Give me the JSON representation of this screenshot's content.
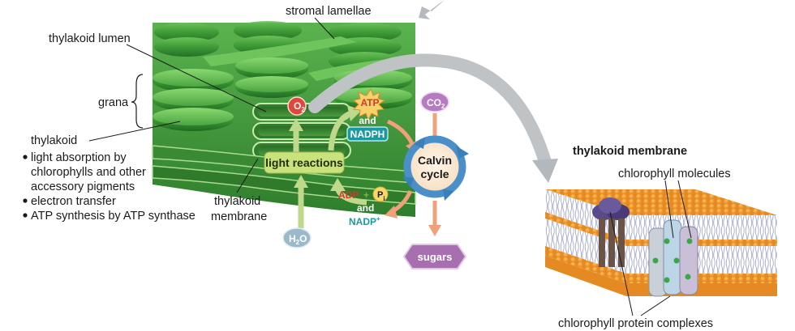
{
  "labels": {
    "stromal_lamellae": "stromal lamellae",
    "thylakoid_lumen": "thylakoid lumen",
    "grana": "grana",
    "thylakoid": "thylakoid",
    "bullets": [
      "light absorption by",
      "chlorophylls and other",
      "accessory pigments",
      "electron transfer",
      "ATP synthesis by ATP synthase"
    ],
    "thylakoid_membrane_line1": "thylakoid",
    "thylakoid_membrane_line2": "membrane",
    "light_reactions": "light reactions",
    "calvin_line1": "Calvin",
    "calvin_line2": "cycle",
    "atp": "ATP",
    "and1": "and",
    "nadph": "NADPH",
    "o2_main": "O",
    "o2_sub": "2",
    "co2_main": "CO",
    "co2_sub": "2",
    "h2o_h": "H",
    "h2o_sub": "2",
    "h2o_o": "O",
    "adp": "ADP",
    "plus": "+",
    "pi_main": "P",
    "pi_sub": "i",
    "and2": "and",
    "nadp": "NADP",
    "nadp_sup": "+",
    "sugars": "sugars",
    "inset_title": "thylakoid membrane",
    "chlorophyll_molecules": "chlorophyll molecules",
    "chlorophyll_protein_complexes": "chlorophyll protein complexes"
  },
  "colors": {
    "thylakoid_green": "#3f9a3a",
    "light_green": "#8fce6a",
    "calvin_blue": "#4a8fc8",
    "orange_arrow": "#f0a07a",
    "atp_red": "#d8362e",
    "nadph_teal": "#1a9aa0",
    "sugars_purple": "#a86fb0",
    "membrane_orange": "#f3a13a",
    "gray_arrow": "#bfc3c6"
  }
}
